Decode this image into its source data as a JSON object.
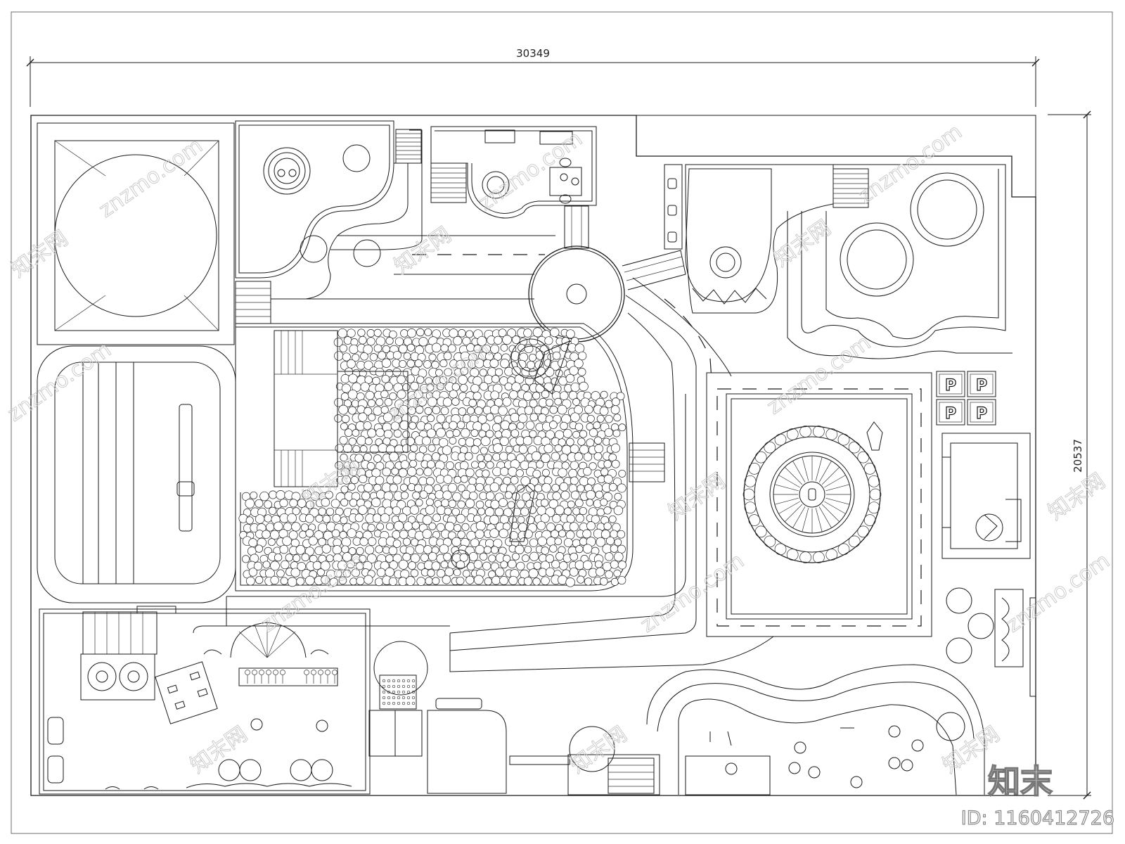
{
  "drawing": {
    "width_dimension": "30349",
    "height_dimension": "20537",
    "parking_label": "P",
    "parking_count": 4
  },
  "watermark": {
    "text": "znzmo.com",
    "brand_cn": "知末",
    "site_cn": "知末网",
    "image_id": "ID: 1160412726"
  }
}
